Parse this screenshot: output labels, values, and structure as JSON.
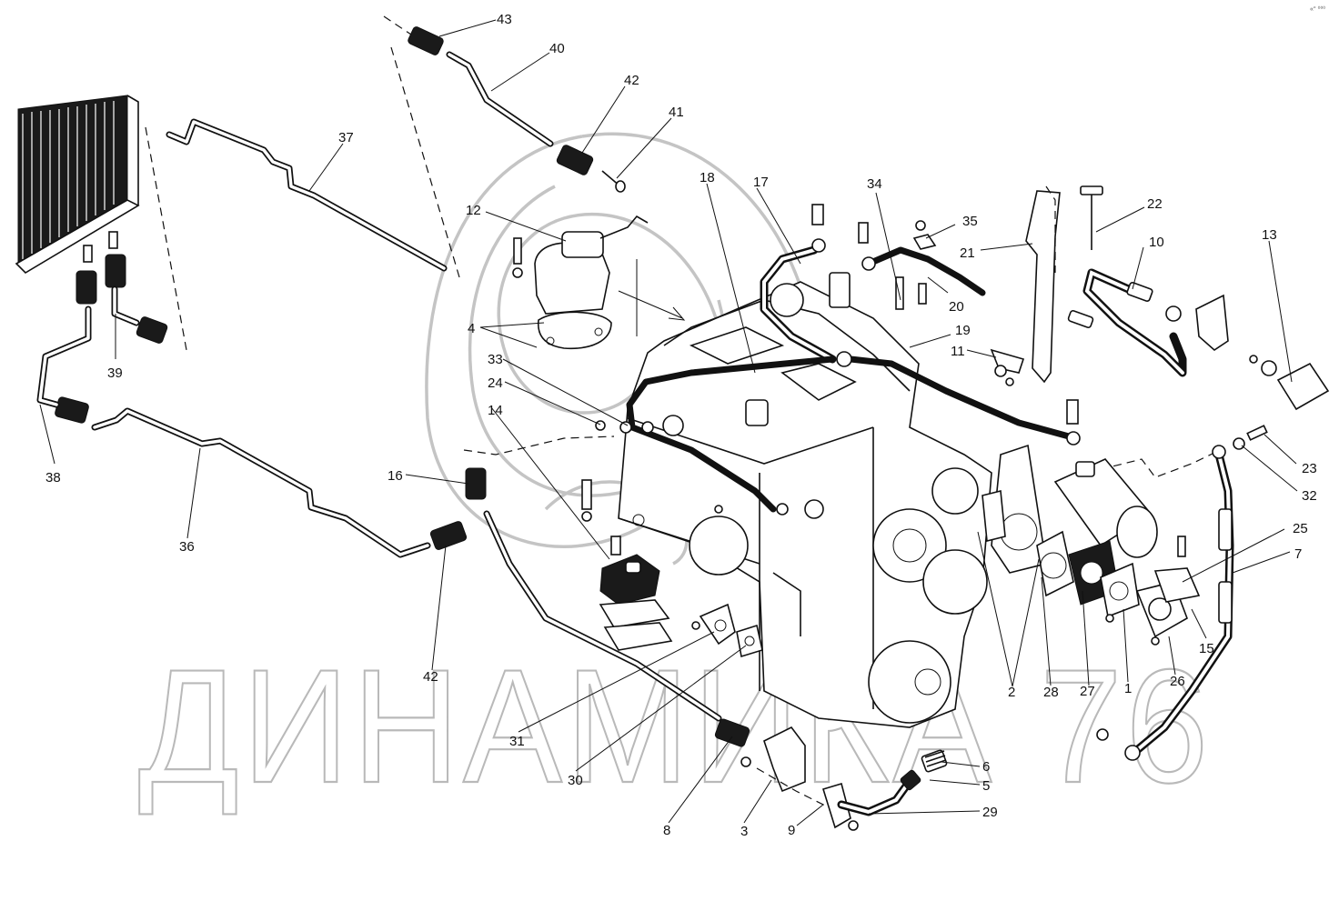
{
  "corner_mark": "«° ⁰⁰⁰",
  "watermark": {
    "text": "ДИНАМИКА 76"
  },
  "parts": [
    {
      "id": "p43",
      "text": "43"
    },
    {
      "id": "p40",
      "text": "40"
    },
    {
      "id": "p42a",
      "text": "42"
    },
    {
      "id": "p41",
      "text": "41"
    },
    {
      "id": "p37",
      "text": "37"
    },
    {
      "id": "p12",
      "text": "12"
    },
    {
      "id": "p18",
      "text": "18"
    },
    {
      "id": "p17",
      "text": "17"
    },
    {
      "id": "p34",
      "text": "34"
    },
    {
      "id": "p35",
      "text": "35"
    },
    {
      "id": "p22",
      "text": "22"
    },
    {
      "id": "p21",
      "text": "21"
    },
    {
      "id": "p10",
      "text": "10"
    },
    {
      "id": "p13",
      "text": "13"
    },
    {
      "id": "p20",
      "text": "20"
    },
    {
      "id": "p19",
      "text": "19"
    },
    {
      "id": "p11",
      "text": "11"
    },
    {
      "id": "p4",
      "text": "4"
    },
    {
      "id": "p39",
      "text": "39"
    },
    {
      "id": "p33",
      "text": "33"
    },
    {
      "id": "p24",
      "text": "24"
    },
    {
      "id": "p14",
      "text": "14"
    },
    {
      "id": "p38",
      "text": "38"
    },
    {
      "id": "p16",
      "text": "16"
    },
    {
      "id": "p36",
      "text": "36"
    },
    {
      "id": "p42b",
      "text": "42"
    },
    {
      "id": "p23",
      "text": "23"
    },
    {
      "id": "p32",
      "text": "32"
    },
    {
      "id": "p25",
      "text": "25"
    },
    {
      "id": "p7",
      "text": "7"
    },
    {
      "id": "p15",
      "text": "15"
    },
    {
      "id": "p26",
      "text": "26"
    },
    {
      "id": "p1",
      "text": "1"
    },
    {
      "id": "p27",
      "text": "27"
    },
    {
      "id": "p28",
      "text": "28"
    },
    {
      "id": "p2",
      "text": "2"
    },
    {
      "id": "p31",
      "text": "31"
    },
    {
      "id": "p30",
      "text": "30"
    },
    {
      "id": "p8",
      "text": "8"
    },
    {
      "id": "p3",
      "text": "3"
    },
    {
      "id": "p9",
      "text": "9"
    },
    {
      "id": "p6",
      "text": "6"
    },
    {
      "id": "p5",
      "text": "5"
    },
    {
      "id": "p29",
      "text": "29"
    }
  ]
}
